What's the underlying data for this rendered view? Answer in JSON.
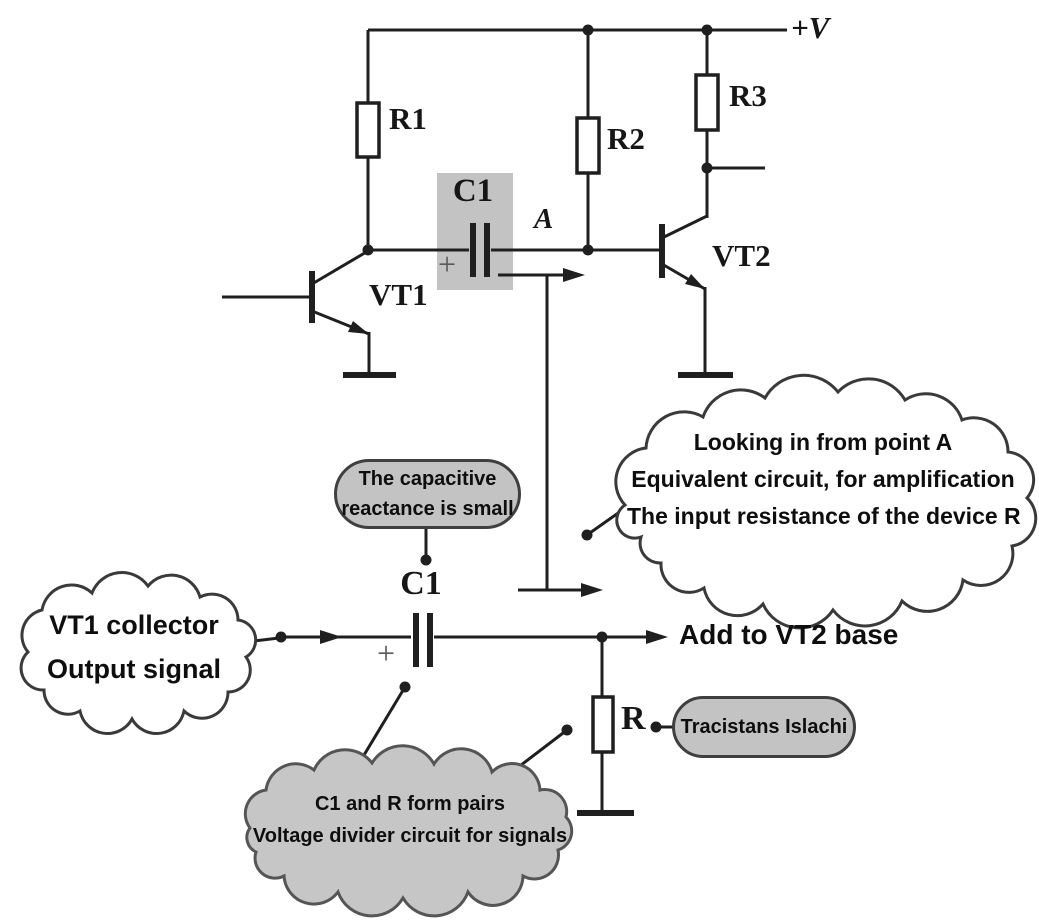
{
  "circuit": {
    "supply_label": "+V",
    "r1_label": "R1",
    "r2_label": "R2",
    "r3_label": "R3",
    "c1_label": "C1",
    "c1_polarity": "+",
    "node_a_label": "A",
    "vt1_label": "VT1",
    "vt2_label": "VT2"
  },
  "equivalent_circuit": {
    "c1_label": "C1",
    "c1_polarity": "+",
    "r_label": "R",
    "output_text": "Add to VT2 base"
  },
  "annotations": {
    "cap_reactance_line1": "The capacitive",
    "cap_reactance_line2": "reactance is small",
    "equiv_cloud_line1": "Looking in from point A",
    "equiv_cloud_line2": "Equivalent circuit, for amplification",
    "equiv_cloud_line3": "The input resistance of the device R",
    "vt1_cloud_line1": "VT1 collector",
    "vt1_cloud_line2": "Output signal",
    "r_bubble_text": "Tracistans Islachi",
    "divider_cloud_line1": "C1 and R form pairs",
    "divider_cloud_line2": "Voltage divider circuit for signals"
  },
  "colors": {
    "line": "#1f1f1f",
    "highlight": "#b9b9b9",
    "bubble_fill": "#c3c3c3",
    "bubble_border": "#3f3f3f",
    "cloud_outline": "#3a3a3a",
    "gray_cloud_fill": "#c6c6c6"
  }
}
